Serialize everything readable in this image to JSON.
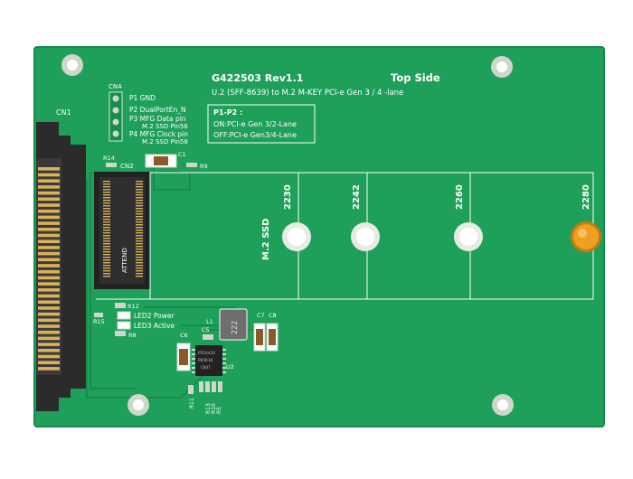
{
  "colors": {
    "pcb": "#1ea05a",
    "pcb_dark": "#168a4c",
    "silkscreen": "#ffffff",
    "gold": "#d9b25a",
    "standoff": "#f0a020",
    "chip": "#222222",
    "connector": "#2b2b2b"
  },
  "board": {
    "title": "G422503 Rev1.1",
    "side": "Top Side",
    "subtitle": "U.2 (SFF-8639) to M.2 M-KEY PCI-e Gen 3 / 4 -lane",
    "jumper_box": {
      "heading": "P1-P2 :",
      "line_on": "ON:PCI-e Gen 3/2-Lane",
      "line_off": "OFF:PCI-e Gen3/4-Lane"
    },
    "cn4": {
      "label": "CN4",
      "pins": [
        "P1 GND",
        "P2 DualPortEn_N",
        "P3 MFG Data pin",
        "M.2 SSD Pin56",
        "P4 MFG Clock pin",
        "M.2 SSD Pin58"
      ]
    },
    "cn1_label": "CN1",
    "cn2_label": "CN2",
    "m2_label": "M.2 SSD",
    "attend_label": "ATTEND",
    "sizes": [
      "2230",
      "2242",
      "2260",
      "2280"
    ],
    "components": {
      "r14": "R14",
      "c1": "C1",
      "r9": "R9",
      "r12": "R12",
      "r15": "R15",
      "r8": "R8",
      "l1": "L1",
      "c5": "C5",
      "c6": "C6",
      "c7": "C7",
      "c8": "C8",
      "u2": "U2",
      "r11": "R11",
      "r13": "R13",
      "r10": "R10",
      "r5": "R5",
      "inductor_marking": "222"
    },
    "leds": [
      "LED2 Power",
      "LED3 Active"
    ],
    "ic_marking": [
      "PS54426",
      "P65K18",
      "C047"
    ]
  }
}
